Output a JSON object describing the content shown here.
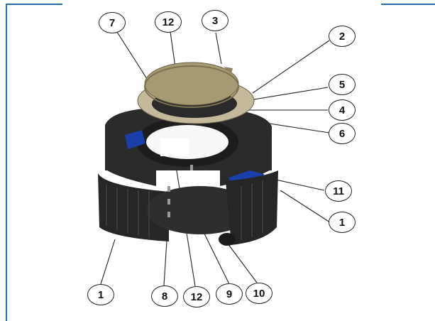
{
  "frame": {
    "accent": "#1f6fb5"
  },
  "colors": {
    "plastic": "#262626",
    "plastic_mid": "#3a3a3a",
    "plastic_light": "#4a4a4a",
    "lid": "#a69a72",
    "lid_dark": "#7d7252",
    "ring": "#c4b99a",
    "insert": "#1a3fa8",
    "floor": "#2e2e2e"
  },
  "callouts": [
    {
      "id": "c7",
      "label": "7"
    },
    {
      "id": "c12t",
      "label": "12"
    },
    {
      "id": "c3",
      "label": "3"
    },
    {
      "id": "c2",
      "label": "2"
    },
    {
      "id": "c5",
      "label": "5"
    },
    {
      "id": "c4",
      "label": "4"
    },
    {
      "id": "c6",
      "label": "6"
    },
    {
      "id": "c11",
      "label": "11"
    },
    {
      "id": "c1r",
      "label": "1"
    },
    {
      "id": "c1l",
      "label": "1"
    },
    {
      "id": "c8",
      "label": "8"
    },
    {
      "id": "c12b",
      "label": "12"
    },
    {
      "id": "c9",
      "label": "9"
    },
    {
      "id": "c10",
      "label": "10"
    }
  ]
}
